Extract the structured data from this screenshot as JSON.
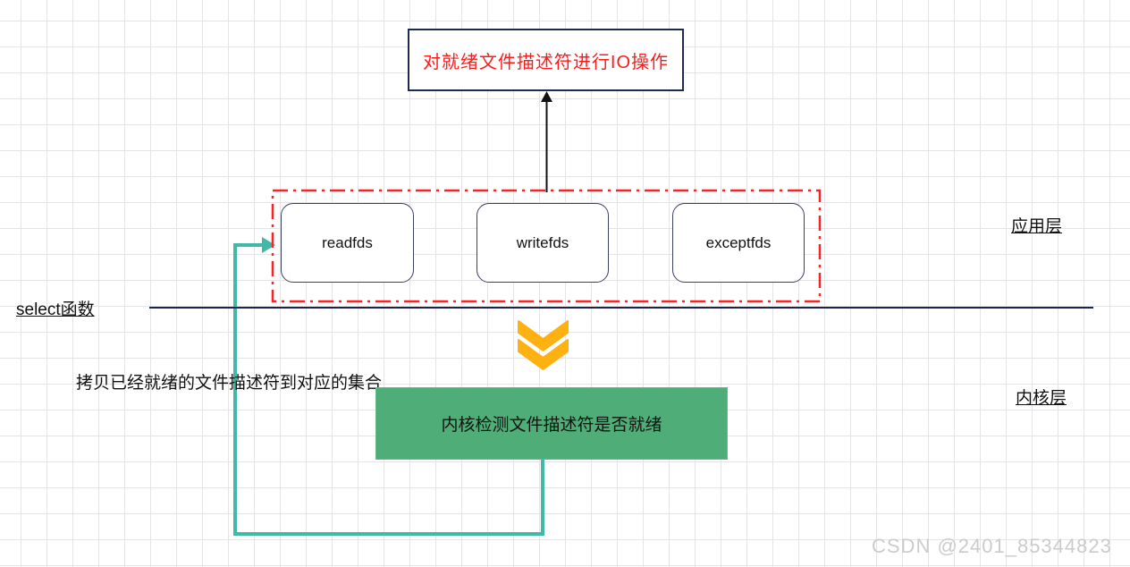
{
  "diagram": {
    "title_box": {
      "label": "对就绪文件描述符进行IO操作",
      "text_color": "#ff1a1a",
      "border_color": "#1e2b50"
    },
    "fd_container": {
      "border_color": "#ff2121",
      "border_style": "dash-dot",
      "items": [
        {
          "label": "readfds"
        },
        {
          "label": "writefds"
        },
        {
          "label": "exceptfds"
        }
      ]
    },
    "layer_labels": {
      "application": "应用层",
      "kernel": "内核层"
    },
    "select_label": "select函数",
    "copy_note": "拷贝已经就绪的文件描述符到对应的集合",
    "kernel_box": {
      "label": "内核检测文件描述符是否就绪",
      "fill_color": "#4fae78"
    },
    "colors": {
      "flow_arrow": "#41b9a7",
      "chevron": "#ffb112",
      "divider": "#1a2352",
      "node_border": "#3a4160",
      "grid": "#e4e4e8"
    }
  },
  "watermark": "CSDN @2401_85344823"
}
